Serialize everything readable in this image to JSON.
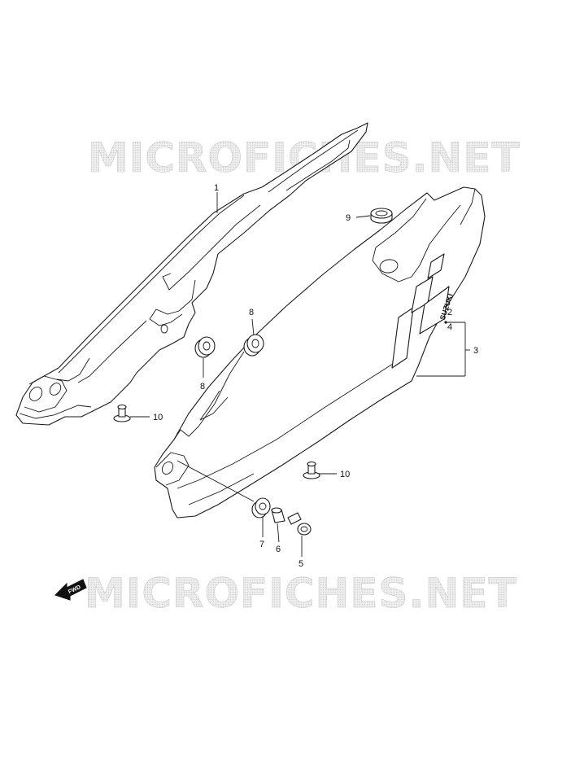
{
  "watermark_top": "MICROFICHES.NET",
  "watermark_bottom": "MICROFICHES.NET",
  "fwd_label": "FWD",
  "badge_label": "SUZUKI",
  "callouts": {
    "c1": "1",
    "c2": "2",
    "c4": "4",
    "c3": "3",
    "c5": "5",
    "c6": "6",
    "c7": "7",
    "c8a": "8",
    "c8b": "8",
    "c9": "9",
    "c10a": "10",
    "c10b": "10"
  }
}
